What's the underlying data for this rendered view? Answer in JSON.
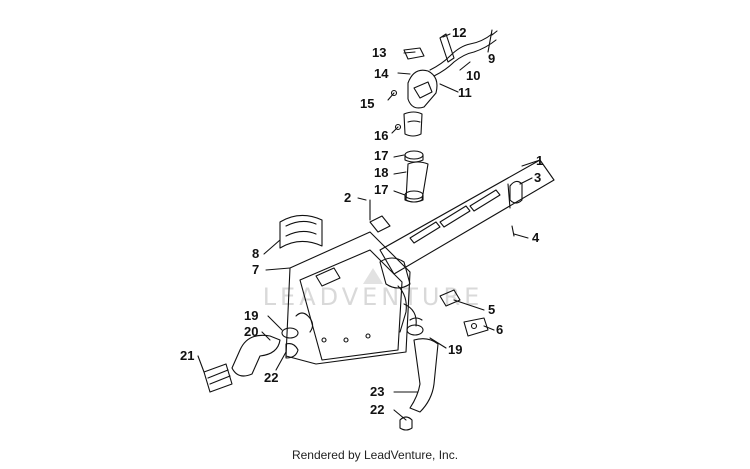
{
  "watermark": "LEADVENTURE",
  "footer": "Rendered by LeadVenture, Inc.",
  "callouts": [
    "1",
    "2",
    "3",
    "4",
    "5",
    "6",
    "7",
    "8",
    "9",
    "10",
    "11",
    "12",
    "13",
    "14",
    "15",
    "16",
    "17",
    "17",
    "18",
    "19",
    "19",
    "20",
    "21",
    "22",
    "22",
    "23"
  ]
}
